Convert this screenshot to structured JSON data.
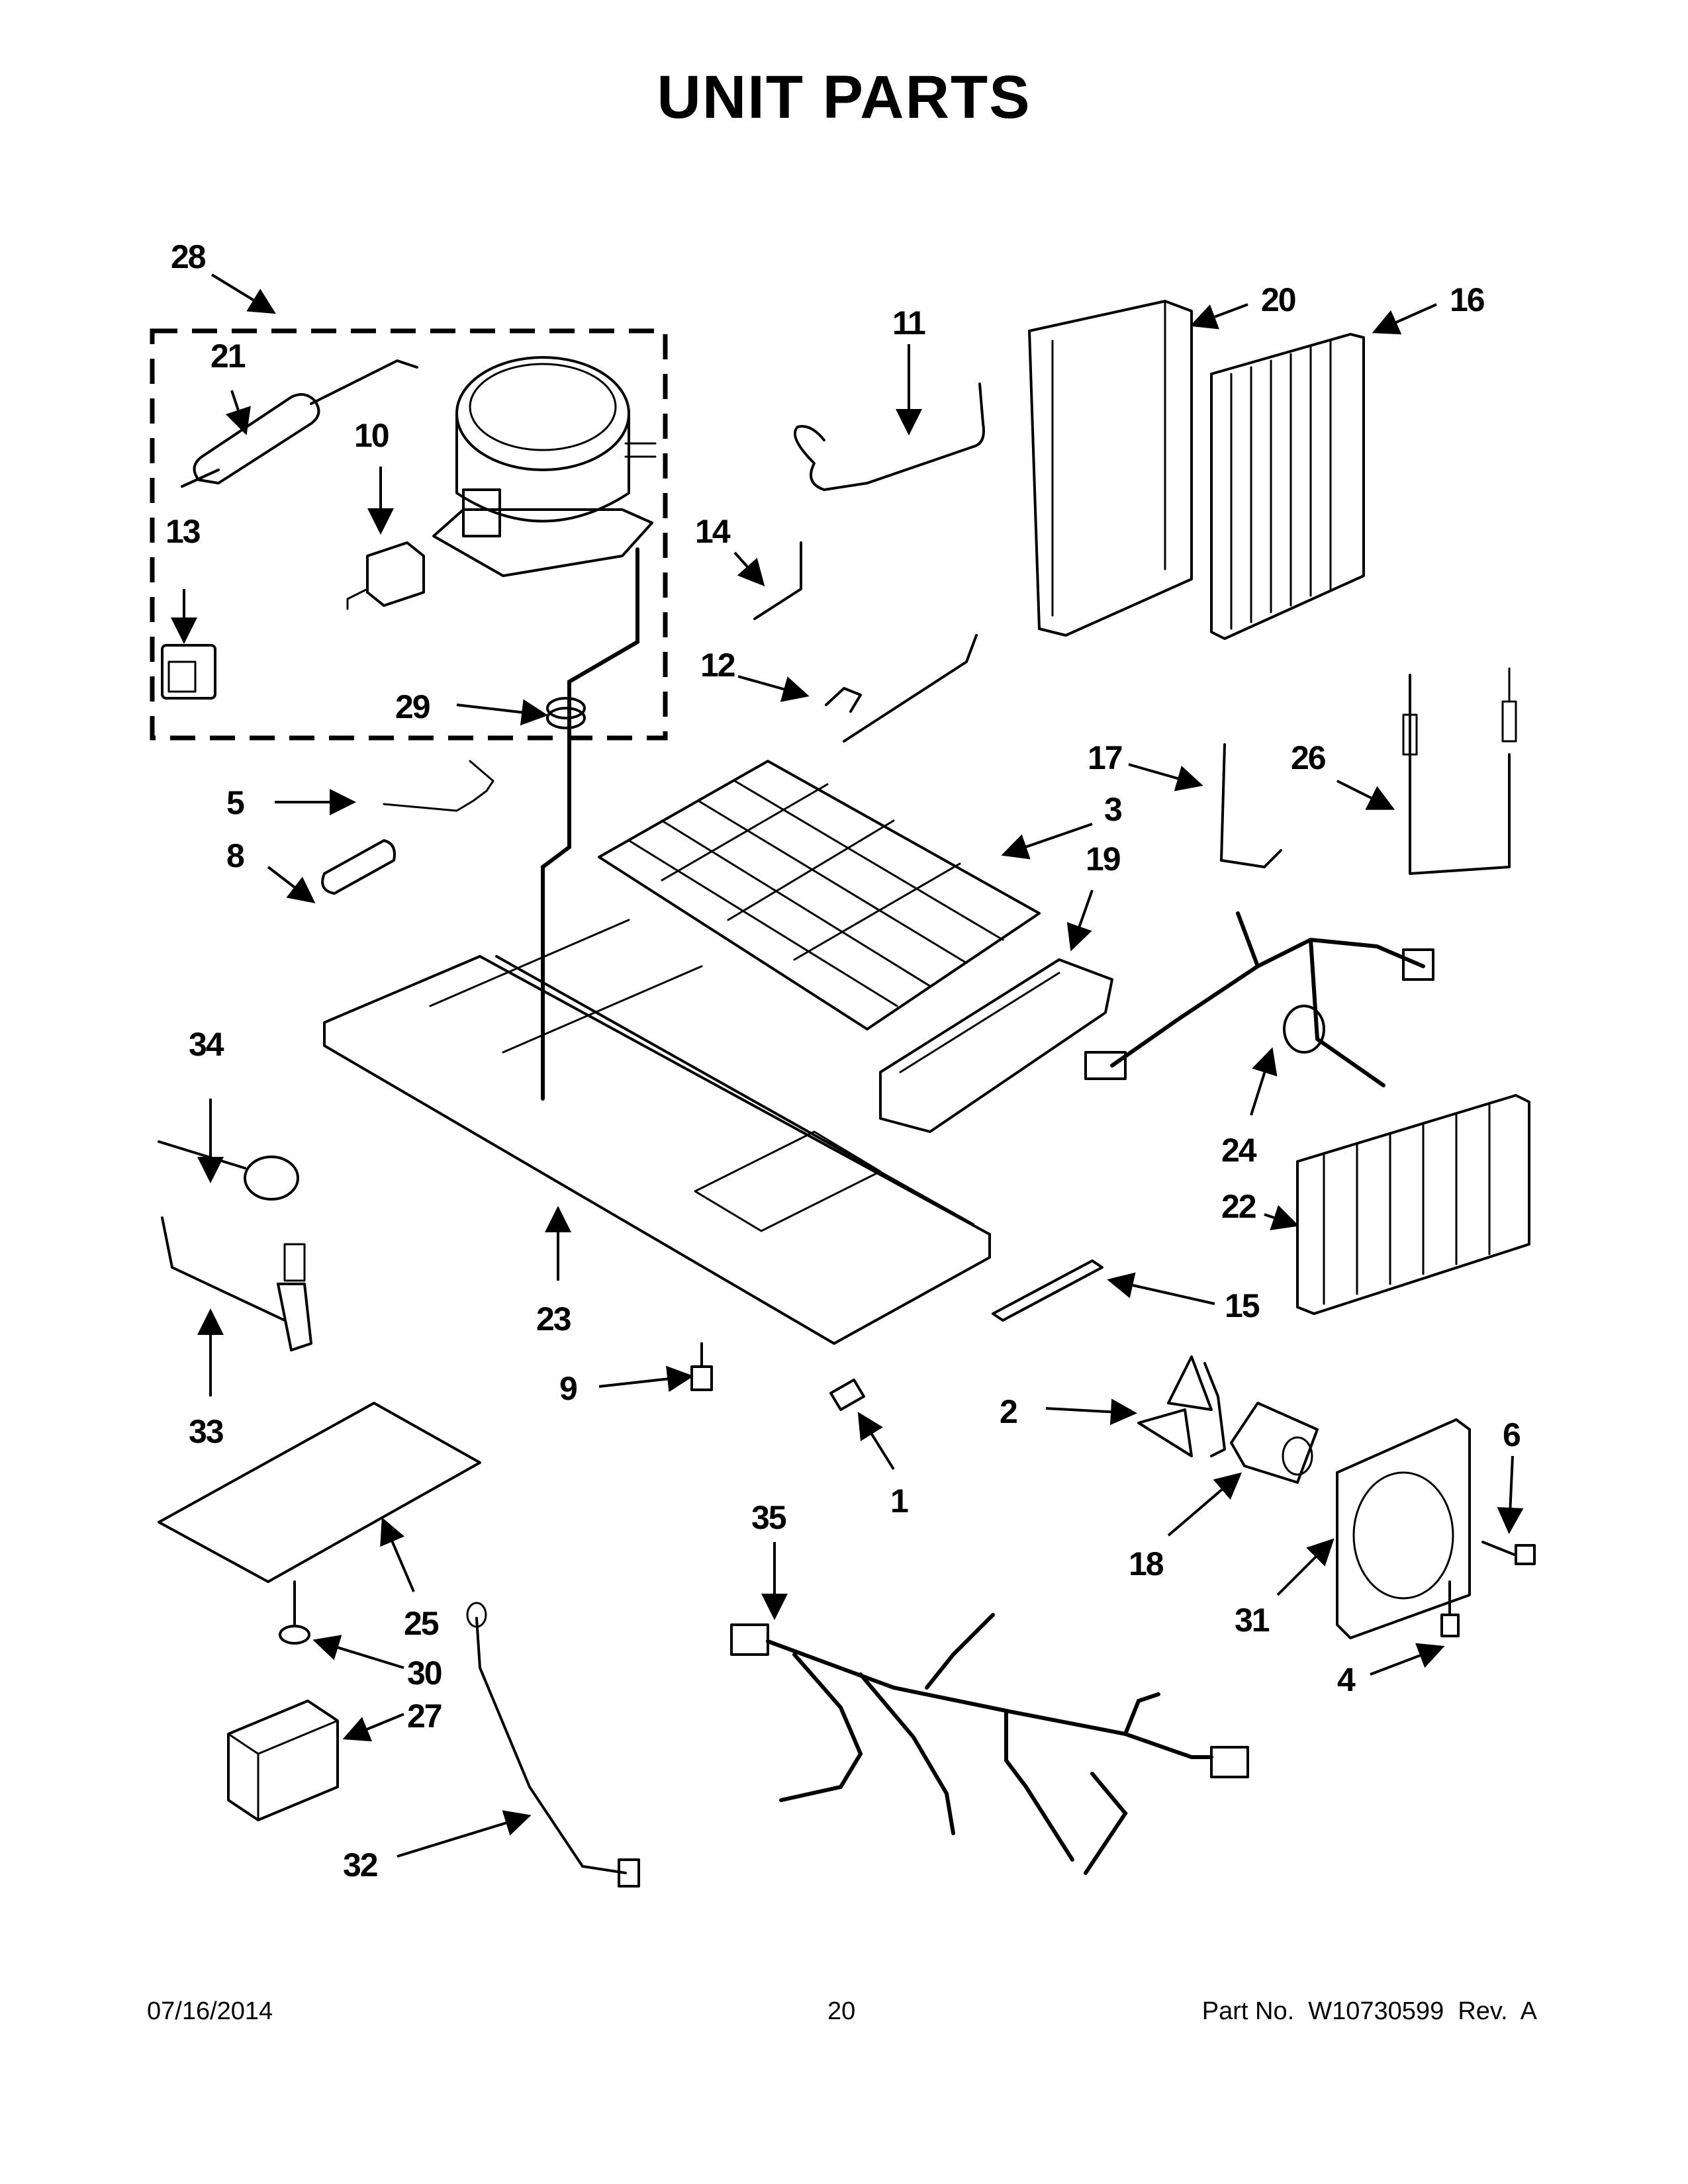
{
  "title": "UNIT PARTS",
  "footer": {
    "date": "07/16/2014",
    "page_number": "20",
    "part_number": "Part No.  W10730599  Rev.  A"
  },
  "callouts": [
    "28",
    "21",
    "10",
    "13",
    "29",
    "11",
    "20",
    "16",
    "14",
    "12",
    "5",
    "8",
    "3",
    "17",
    "26",
    "19",
    "34",
    "24",
    "22",
    "23",
    "15",
    "9",
    "33",
    "2",
    "6",
    "1",
    "18",
    "35",
    "31",
    "25",
    "30",
    "27",
    "4",
    "32"
  ]
}
